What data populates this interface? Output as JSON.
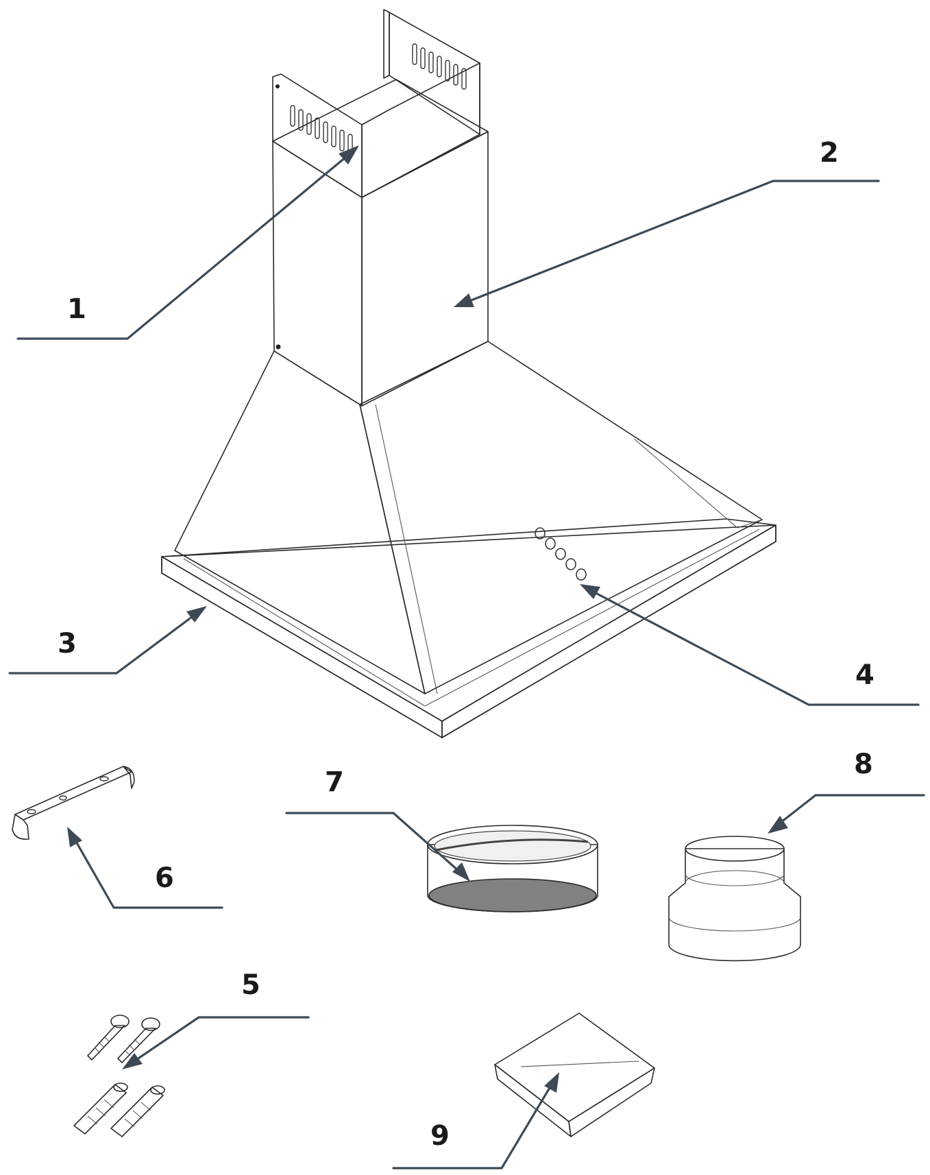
{
  "callouts": [
    {
      "id": "1",
      "label": "1"
    },
    {
      "id": "2",
      "label": "2"
    },
    {
      "id": "3",
      "label": "3"
    },
    {
      "id": "4",
      "label": "4"
    },
    {
      "id": "5",
      "label": "5"
    },
    {
      "id": "6",
      "label": "6"
    },
    {
      "id": "7",
      "label": "7"
    },
    {
      "id": "8",
      "label": "8"
    },
    {
      "id": "9",
      "label": "9"
    }
  ],
  "colors": {
    "leader": "#3d4a55",
    "metal_light": "#e6e7e8",
    "metal_mid": "#c9cbcd",
    "metal_dark": "#9a9c9e",
    "outline": "#2a2a2a"
  }
}
